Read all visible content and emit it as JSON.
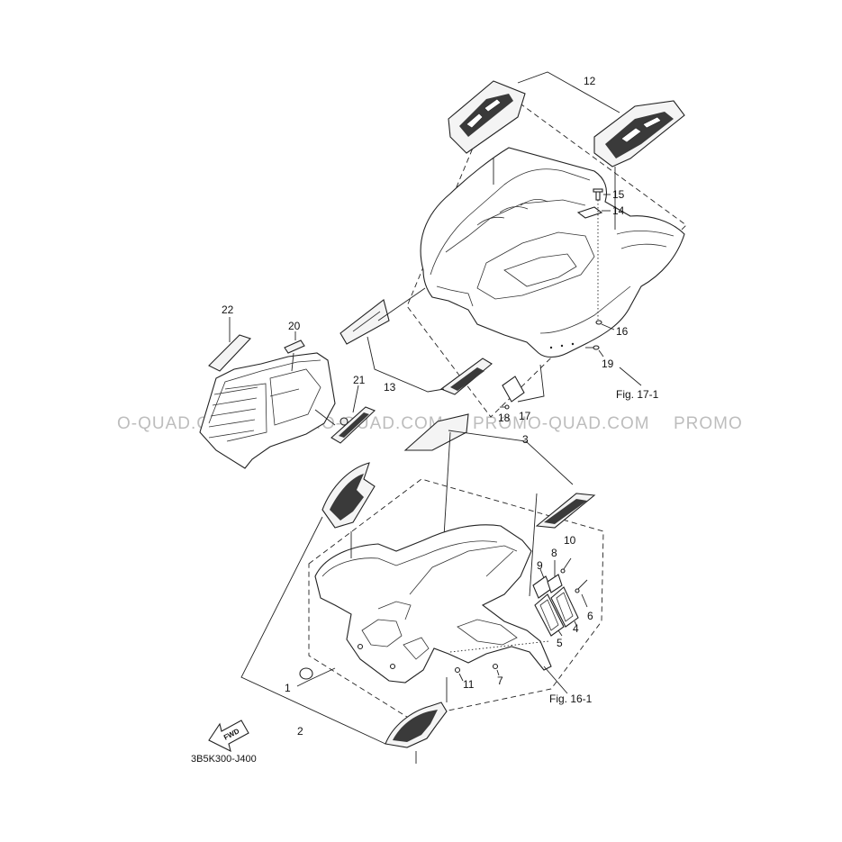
{
  "diagram": {
    "watermark": "PROMO-QUAD.COM",
    "watermark_prefix": "O-QUAD.COM",
    "watermark_suffix": "PROMO",
    "part_code": "3B5K300-J400",
    "fwd_label": "FWD",
    "fig_refs": {
      "rear": "Fig. 17-1",
      "front": "Fig. 16-1"
    },
    "callouts": {
      "c1": "1",
      "c2": "2",
      "c3": "3",
      "c4": "4",
      "c5": "5",
      "c6": "6",
      "c7": "7",
      "c8": "8",
      "c9": "9",
      "c10": "10",
      "c11": "11",
      "c12": "12",
      "c13": "13",
      "c14": "14",
      "c15": "15",
      "c16": "16",
      "c17": "17",
      "c18": "18",
      "c19": "19",
      "c20": "20",
      "c21": "21",
      "c22": "22"
    }
  }
}
